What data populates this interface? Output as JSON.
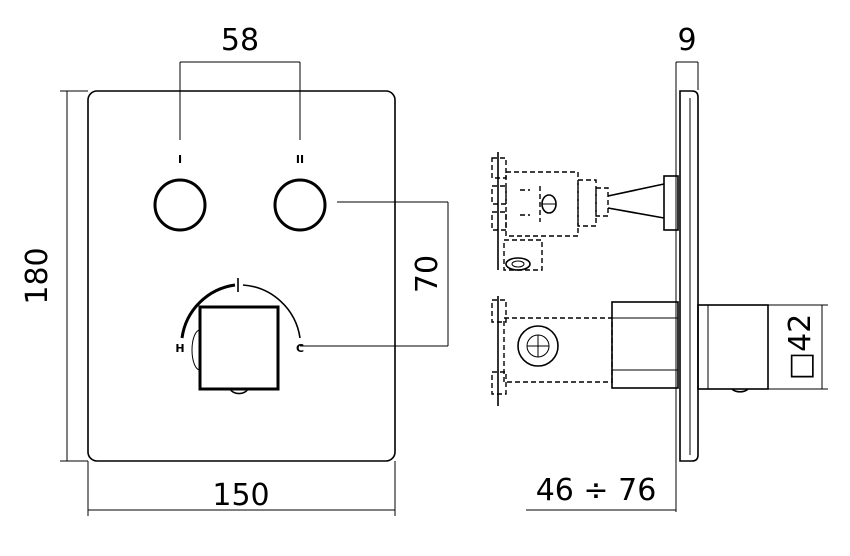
{
  "dimensions": {
    "button_spacing": "58",
    "depth_plate": "9",
    "height": "180",
    "vertical_offset": "70",
    "knob_square": "□42",
    "width": "150",
    "wall_depth_range": "46 ÷ 76"
  },
  "markings": {
    "button_1": "I",
    "button_2": "II",
    "hot": "H",
    "cold": "C"
  }
}
